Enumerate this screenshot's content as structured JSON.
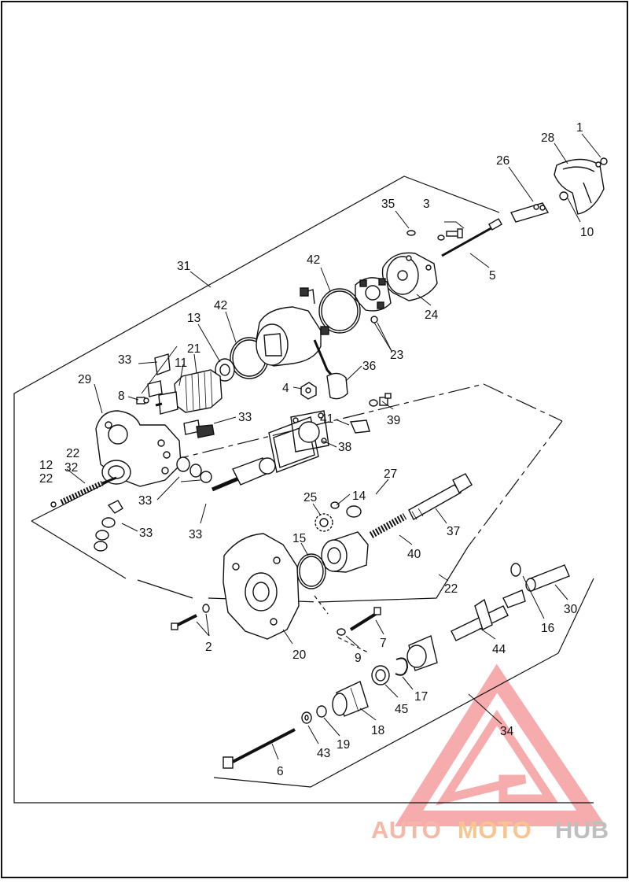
{
  "diagram": {
    "callouts": [
      {
        "id": "c1",
        "text": "1"
      },
      {
        "id": "c28",
        "text": "28"
      },
      {
        "id": "c26",
        "text": "26"
      },
      {
        "id": "c10",
        "text": "10"
      },
      {
        "id": "c35",
        "text": "35"
      },
      {
        "id": "c3",
        "text": "3"
      },
      {
        "id": "c5",
        "text": "5"
      },
      {
        "id": "c31",
        "text": "31"
      },
      {
        "id": "c42a",
        "text": "42"
      },
      {
        "id": "c24",
        "text": "24"
      },
      {
        "id": "c13",
        "text": "13"
      },
      {
        "id": "c42b",
        "text": "42"
      },
      {
        "id": "c23",
        "text": "23"
      },
      {
        "id": "c21",
        "text": "21"
      },
      {
        "id": "c33a",
        "text": "33"
      },
      {
        "id": "c11",
        "text": "11"
      },
      {
        "id": "c36",
        "text": "36"
      },
      {
        "id": "c4",
        "text": "4"
      },
      {
        "id": "c29",
        "text": "29"
      },
      {
        "id": "c8",
        "text": "8"
      },
      {
        "id": "c33b",
        "text": "33"
      },
      {
        "id": "c41",
        "text": "41"
      },
      {
        "id": "c39",
        "text": "39"
      },
      {
        "id": "c38",
        "text": "38"
      },
      {
        "id": "c12",
        "text": "12"
      },
      {
        "id": "c22a",
        "text": "22"
      },
      {
        "id": "c22b",
        "text": "22"
      },
      {
        "id": "c32",
        "text": "32"
      },
      {
        "id": "c33c",
        "text": "33"
      },
      {
        "id": "c27",
        "text": "27"
      },
      {
        "id": "c25",
        "text": "25"
      },
      {
        "id": "c14",
        "text": "14"
      },
      {
        "id": "c37",
        "text": "37"
      },
      {
        "id": "c33d",
        "text": "33"
      },
      {
        "id": "c33e",
        "text": "33"
      },
      {
        "id": "c15",
        "text": "15"
      },
      {
        "id": "c40",
        "text": "40"
      },
      {
        "id": "c22c",
        "text": "22"
      },
      {
        "id": "c30",
        "text": "30"
      },
      {
        "id": "c16",
        "text": "16"
      },
      {
        "id": "c2",
        "text": "2"
      },
      {
        "id": "c20",
        "text": "20"
      },
      {
        "id": "c9",
        "text": "9"
      },
      {
        "id": "c7",
        "text": "7"
      },
      {
        "id": "c44",
        "text": "44"
      },
      {
        "id": "c17",
        "text": "17"
      },
      {
        "id": "c45",
        "text": "45"
      },
      {
        "id": "c18",
        "text": "18"
      },
      {
        "id": "c34",
        "text": "34"
      },
      {
        "id": "c19",
        "text": "19"
      },
      {
        "id": "c43",
        "text": "43"
      },
      {
        "id": "c6",
        "text": "6"
      }
    ]
  },
  "watermark": {
    "part1": "AUTO",
    "part2": "MOTO",
    "part3": "HUB",
    "color1": "#f5b7a6",
    "color2": "#f7c58f",
    "color3": "#bfbfbf"
  }
}
